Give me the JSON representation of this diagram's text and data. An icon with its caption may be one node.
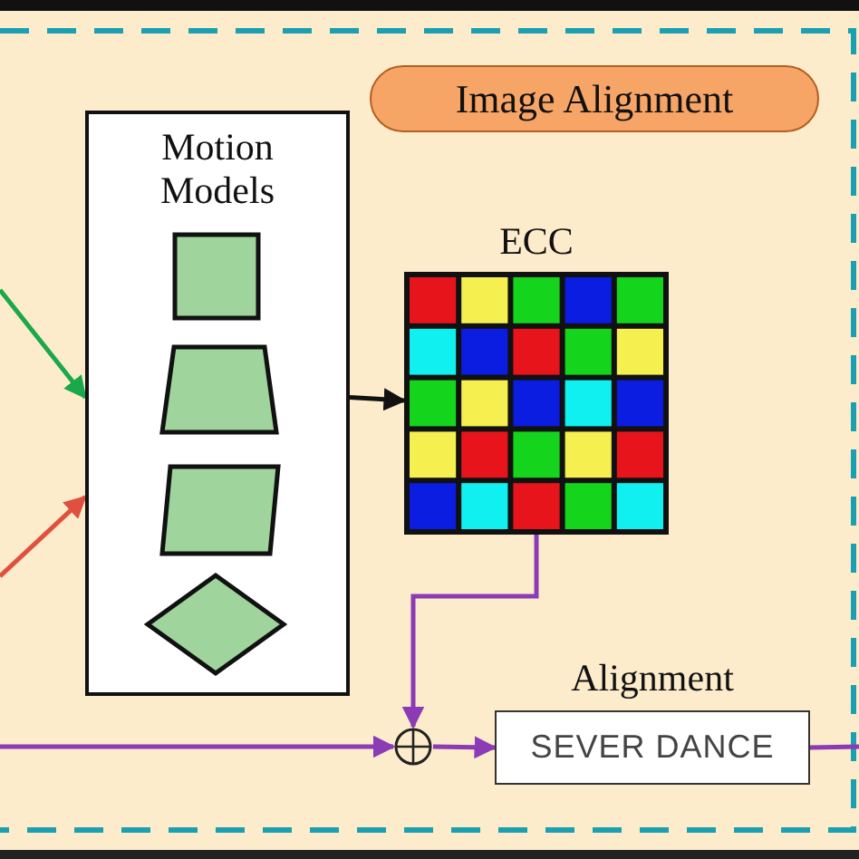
{
  "diagram": {
    "nodes": [
      {
        "text": [
          "Image Alignment"
        ]
      },
      {
        "text": [
          "Motion Models"
        ]
      },
      {
        "text": [],
        "shape": "box",
        "in": 1
      },
      {
        "text": [],
        "shape": "trapezoid",
        "in": 1
      },
      {
        "text": [],
        "shape": "parallelogram",
        "in": 1
      },
      {
        "text": [],
        "shape": "diamond",
        "in": 1
      },
      {
        "text": [
          "ECC"
        ]
      },
      {
        "text": [],
        "shape": "circle"
      },
      {
        "text": [
          "Alignment",
          "SEVER DANCE"
        ]
      }
    ],
    "edges": [
      {
        "from": null,
        "to": 1,
        "arrow": "to",
        "color": "#19a84a"
      },
      {
        "from": null,
        "to": 1,
        "arrow": "to",
        "color": "#e0503e"
      },
      {
        "from": 1,
        "to": 6,
        "arrow": "to",
        "color": "#111111"
      },
      {
        "from": 6,
        "to": 7,
        "arrow": "to"
      },
      {
        "from": null,
        "to": 7,
        "arrow": "to"
      },
      {
        "from": 7,
        "to": 8,
        "arrow": "to"
      },
      {
        "from": 8,
        "to": null,
        "arrow": "none"
      }
    ]
  }
}
